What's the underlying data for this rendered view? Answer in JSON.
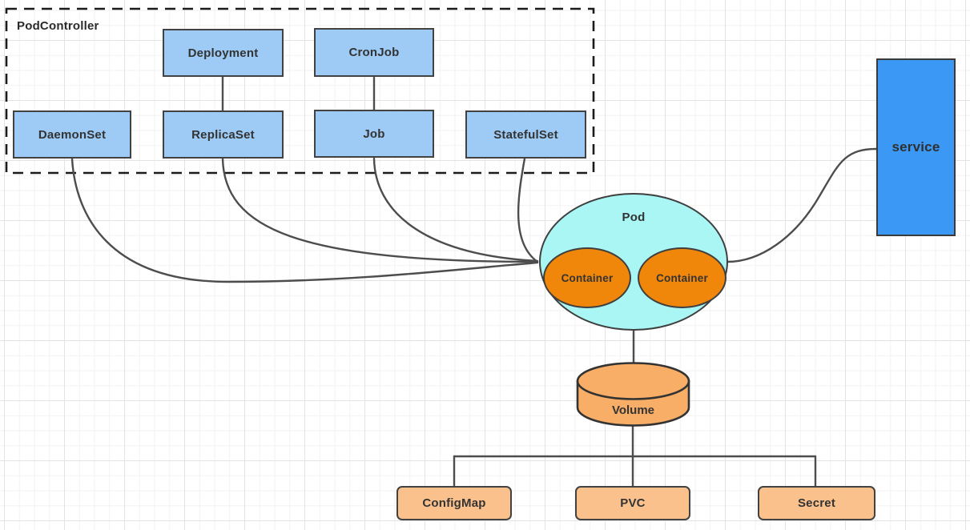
{
  "diagram": {
    "group": {
      "label": "PodController"
    },
    "nodes": {
      "deployment": "Deployment",
      "cronjob": "CronJob",
      "daemonset": "DaemonSet",
      "replicaset": "ReplicaSet",
      "job": "Job",
      "statefulset": "StatefulSet",
      "pod": "Pod",
      "container1": "Container",
      "container2": "Container",
      "service": "service",
      "volume": "Volume",
      "configmap": "ConfigMap",
      "pvc": "PVC",
      "secret": "Secret"
    },
    "edges": [
      {
        "from": "Deployment",
        "to": "ReplicaSet"
      },
      {
        "from": "CronJob",
        "to": "Job"
      },
      {
        "from": "DaemonSet",
        "to": "Pod"
      },
      {
        "from": "ReplicaSet",
        "to": "Pod"
      },
      {
        "from": "Job",
        "to": "Pod"
      },
      {
        "from": "StatefulSet",
        "to": "Pod"
      },
      {
        "from": "Pod",
        "to": "service"
      },
      {
        "from": "Pod",
        "to": "Volume"
      },
      {
        "from": "Volume",
        "to": "ConfigMap"
      },
      {
        "from": "Volume",
        "to": "PVC"
      },
      {
        "from": "Volume",
        "to": "Secret"
      }
    ],
    "colors": {
      "controller_fill": "#9dcbf5",
      "service_fill": "#3b99f5",
      "pod_fill": "#a9f6f4",
      "container_fill": "#f0860a",
      "volume_fill": "#f9ae67",
      "resource_fill": "#fbc18d",
      "shape_border": "#404040",
      "connector": "#4d4d4d",
      "dashed_border": "#1b1b1b",
      "label_text": "#333333",
      "grid_minor": "#f2f2f2",
      "grid_major": "#e3e3e3"
    }
  }
}
